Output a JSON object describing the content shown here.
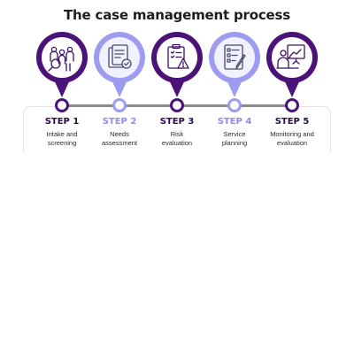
{
  "title": "The case management process",
  "colors": {
    "dark": "#4b1378",
    "light": "#9e9cef",
    "light_fill": "#f1f1ff",
    "track": "#8a8a8f"
  },
  "steps": [
    {
      "label": "STEP 1",
      "desc_line1": "Intake and",
      "desc_line2": "screening",
      "icon": "people-magnifier-icon",
      "tone": "dark"
    },
    {
      "label": "STEP 2",
      "desc_line1": "Needs",
      "desc_line2": "assessment",
      "icon": "checklist-document-icon",
      "tone": "light"
    },
    {
      "label": "STEP 3",
      "desc_line1": "Risk",
      "desc_line2": "evaluation",
      "icon": "clipboard-warning-icon",
      "tone": "dark"
    },
    {
      "label": "STEP 4",
      "desc_line1": "Service",
      "desc_line2": "planning",
      "icon": "planning-form-icon",
      "tone": "light"
    },
    {
      "label": "STEP 5",
      "desc_line1": "Monitoring and",
      "desc_line2": "evaluation",
      "icon": "presenter-chart-icon",
      "tone": "dark"
    }
  ]
}
